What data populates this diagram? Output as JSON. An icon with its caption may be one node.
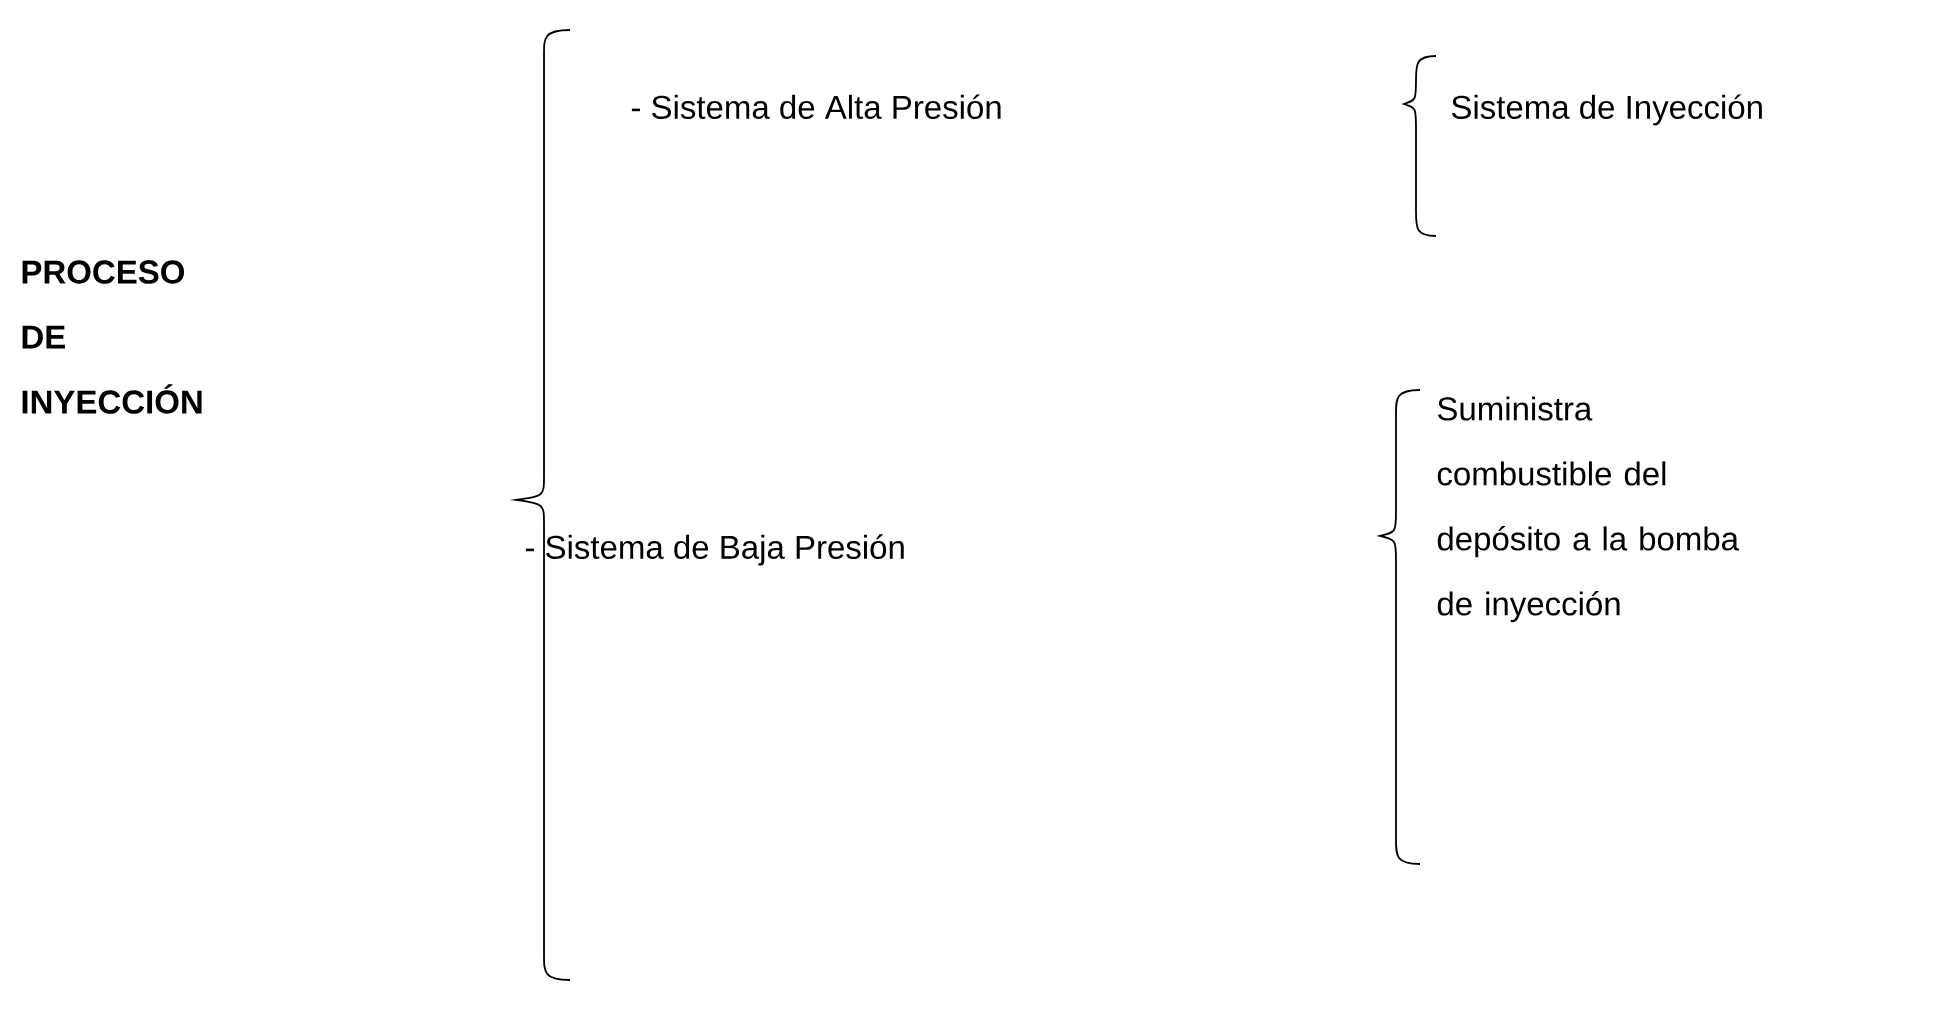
{
  "diagram": {
    "labels": [
      "PROCESO DE INYECCIÓN",
      "- Sistema de Alta Presión",
      "Sistema de Inyección",
      "- Sistema de Baja Presión",
      "Suministra combustible del depósito a la bomba de inyección"
    ]
  }
}
